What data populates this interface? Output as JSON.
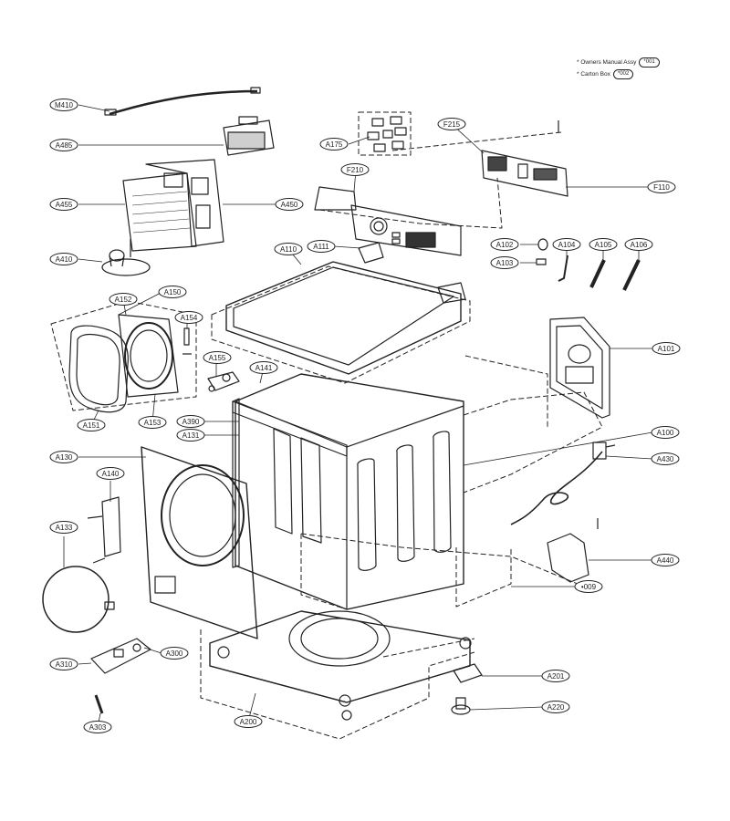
{
  "notes": [
    {
      "text": "* Owners Manual Assy",
      "tag": "*001"
    },
    {
      "text": "* Carton Box",
      "tag": "*002"
    }
  ],
  "parts": {
    "M410": "M410",
    "A485": "A485",
    "A455": "A455",
    "A450": "A450",
    "A410": "A410",
    "A150": "A150",
    "A152": "A152",
    "A154": "A154",
    "A155": "A155",
    "A151": "A151",
    "A153": "A153",
    "A175": "A175",
    "F215": "F215",
    "F210": "F210",
    "F110": "F110",
    "A111": "A111",
    "A110": "A110",
    "A102": "A102",
    "A103": "A103",
    "A104": "A104",
    "A105": "A105",
    "A106": "A106",
    "A101": "A101",
    "A141": "A141",
    "A390": "A390",
    "A131": "A131",
    "A100": "A100",
    "A430": "A430",
    "A130": "A130",
    "A140": "A140",
    "A133": "A133",
    "A440": "A440",
    "009": "•009",
    "A201": "A201",
    "A220": "A220",
    "A300": "A300",
    "A310": "A310",
    "A303": "A303",
    "A200": "A200"
  }
}
